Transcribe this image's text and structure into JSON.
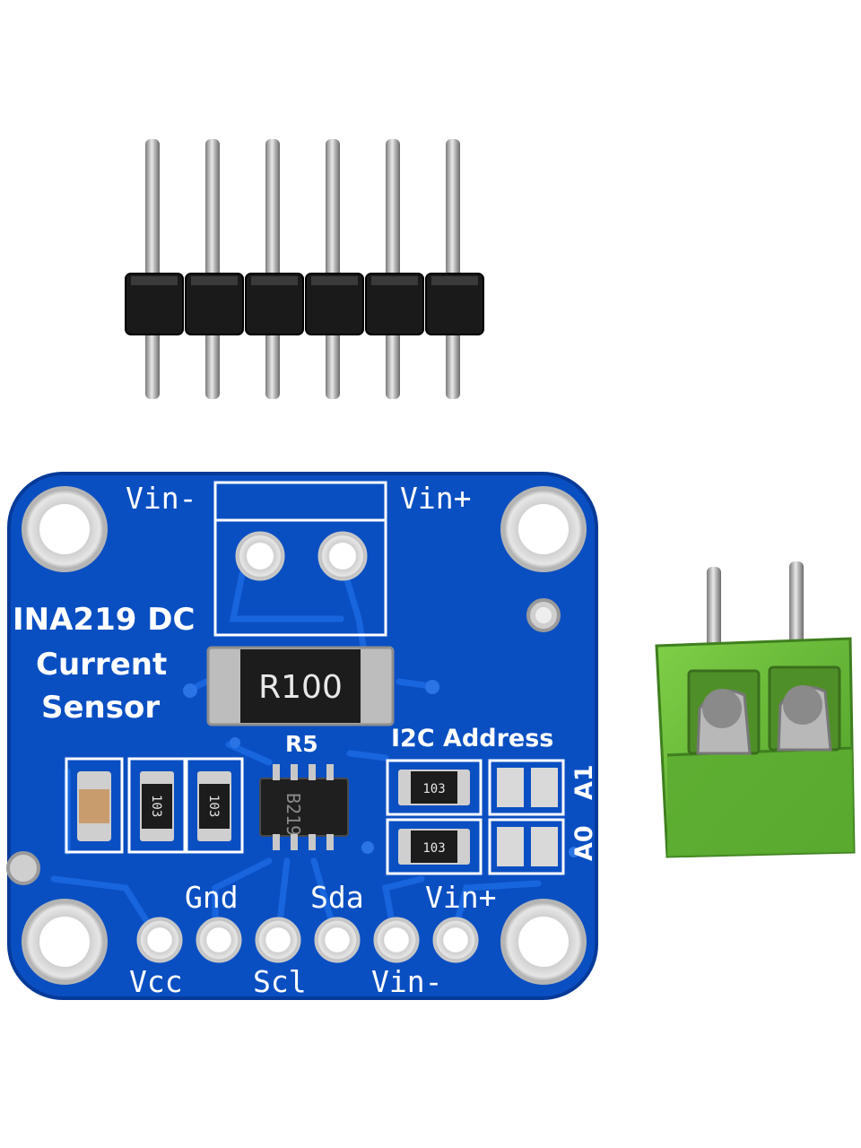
{
  "board": {
    "title_line1": "INA219 DC",
    "title_line2": "Current",
    "title_line3": "Sensor",
    "top_left_label": "Vin-",
    "top_right_label": "Vin+",
    "resistor_marking": "R100",
    "resistor_ref": "R5",
    "i2c_label": "I2C Address",
    "addr_a1": "A1",
    "addr_a0": "A0",
    "smd_res_1": "103",
    "smd_res_2": "103",
    "smd_res_3": "103",
    "smd_res_4": "103",
    "ic_marking": "B219",
    "pin_vcc": "Vcc",
    "pin_gnd": "Gnd",
    "pin_scl": "Scl",
    "pin_sda": "Sda",
    "pin_vinm": "Vin-",
    "pin_vinp": "Vin+"
  },
  "colors": {
    "pcb": "#0a4fc2",
    "pcb_dark": "#063a99",
    "trace": "#1560d8",
    "pad": "#d9d9d9",
    "header_plastic": "#1a1a1a",
    "terminal_green": "#6cbf3a"
  },
  "parts": {
    "header_pins": 6,
    "terminal_positions": 2
  }
}
